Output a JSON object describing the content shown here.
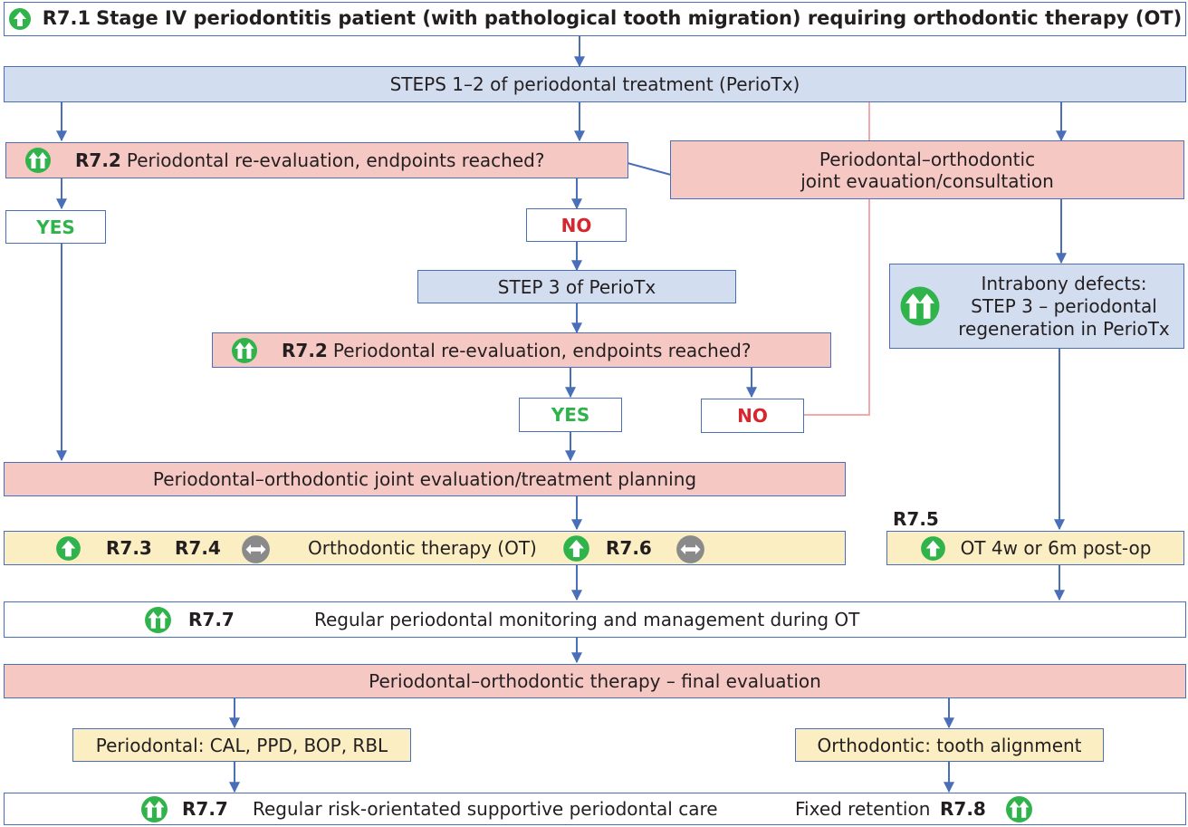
{
  "colors": {
    "box_border": "#4a6fb9",
    "blue_fill": "#d3ddf0",
    "pink_fill": "#f5c8c4",
    "yellow_fill": "#fbeec3",
    "yes_text": "#2fb34a",
    "no_text": "#d7262d",
    "feedback_arrow": "#d7262d",
    "feedback_line": "#f4a9a6",
    "strong_icon": "#2fb34a",
    "neutral_icon": "#8a8a8a"
  },
  "icons": {
    "up_single": "single-up-arrow-icon",
    "up_double": "double-up-arrow-icon",
    "neutral": "two-way-arrow-icon"
  },
  "nodes": {
    "r71": {
      "code": "R7.1",
      "text": "Stage IV periodontitis patient (with pathological tooth migration) requiring orthodontic therapy (OT)"
    },
    "steps12": {
      "text": "STEPS 1–2 of periodontal treatment (PerioTx)"
    },
    "reeval1": {
      "code": "R7.2",
      "text": "Periodontal re-evaluation, endpoints reached?"
    },
    "joint_consult": {
      "line1": "Periodontal–orthodontic",
      "line2": "joint evauation/consultation"
    },
    "yes1": {
      "text": "YES"
    },
    "no1": {
      "text": "NO"
    },
    "step3": {
      "text": "STEP 3 of PerioTx"
    },
    "intrabony": {
      "line1": "Intrabony defects:",
      "line2": "STEP 3 – periodontal",
      "line3": "regeneration in PerioTx"
    },
    "reeval2": {
      "code": "R7.2",
      "text": "Periodontal re-evaluation, endpoints reached?"
    },
    "yes2": {
      "text": "YES"
    },
    "no2": {
      "text": "NO"
    },
    "planning": {
      "text": "Periodontal–orthodontic joint evaluation/treatment planning"
    },
    "ot": {
      "code_a": "R7.3",
      "code_b": "R7.4",
      "text": "Orthodontic therapy (OT)",
      "code_c": "R7.6"
    },
    "r75": {
      "code": "R7.5"
    },
    "ot_postop": {
      "text": "OT 4w or 6m post-op"
    },
    "monitoring": {
      "code": "R7.7",
      "text": "Regular periodontal monitoring and management during OT"
    },
    "final_eval": {
      "text": "Periodontal–orthodontic therapy – final evaluation"
    },
    "perio_measures": {
      "text": "Periodontal: CAL, PPD, BOP, RBL"
    },
    "ortho_align": {
      "text": "Orthodontic: tooth alignment"
    },
    "supportive": {
      "code": "R7.7",
      "text": "Regular risk-orientated supportive periodontal care",
      "retention_text": "Fixed retention",
      "retention_code": "R7.8"
    }
  }
}
